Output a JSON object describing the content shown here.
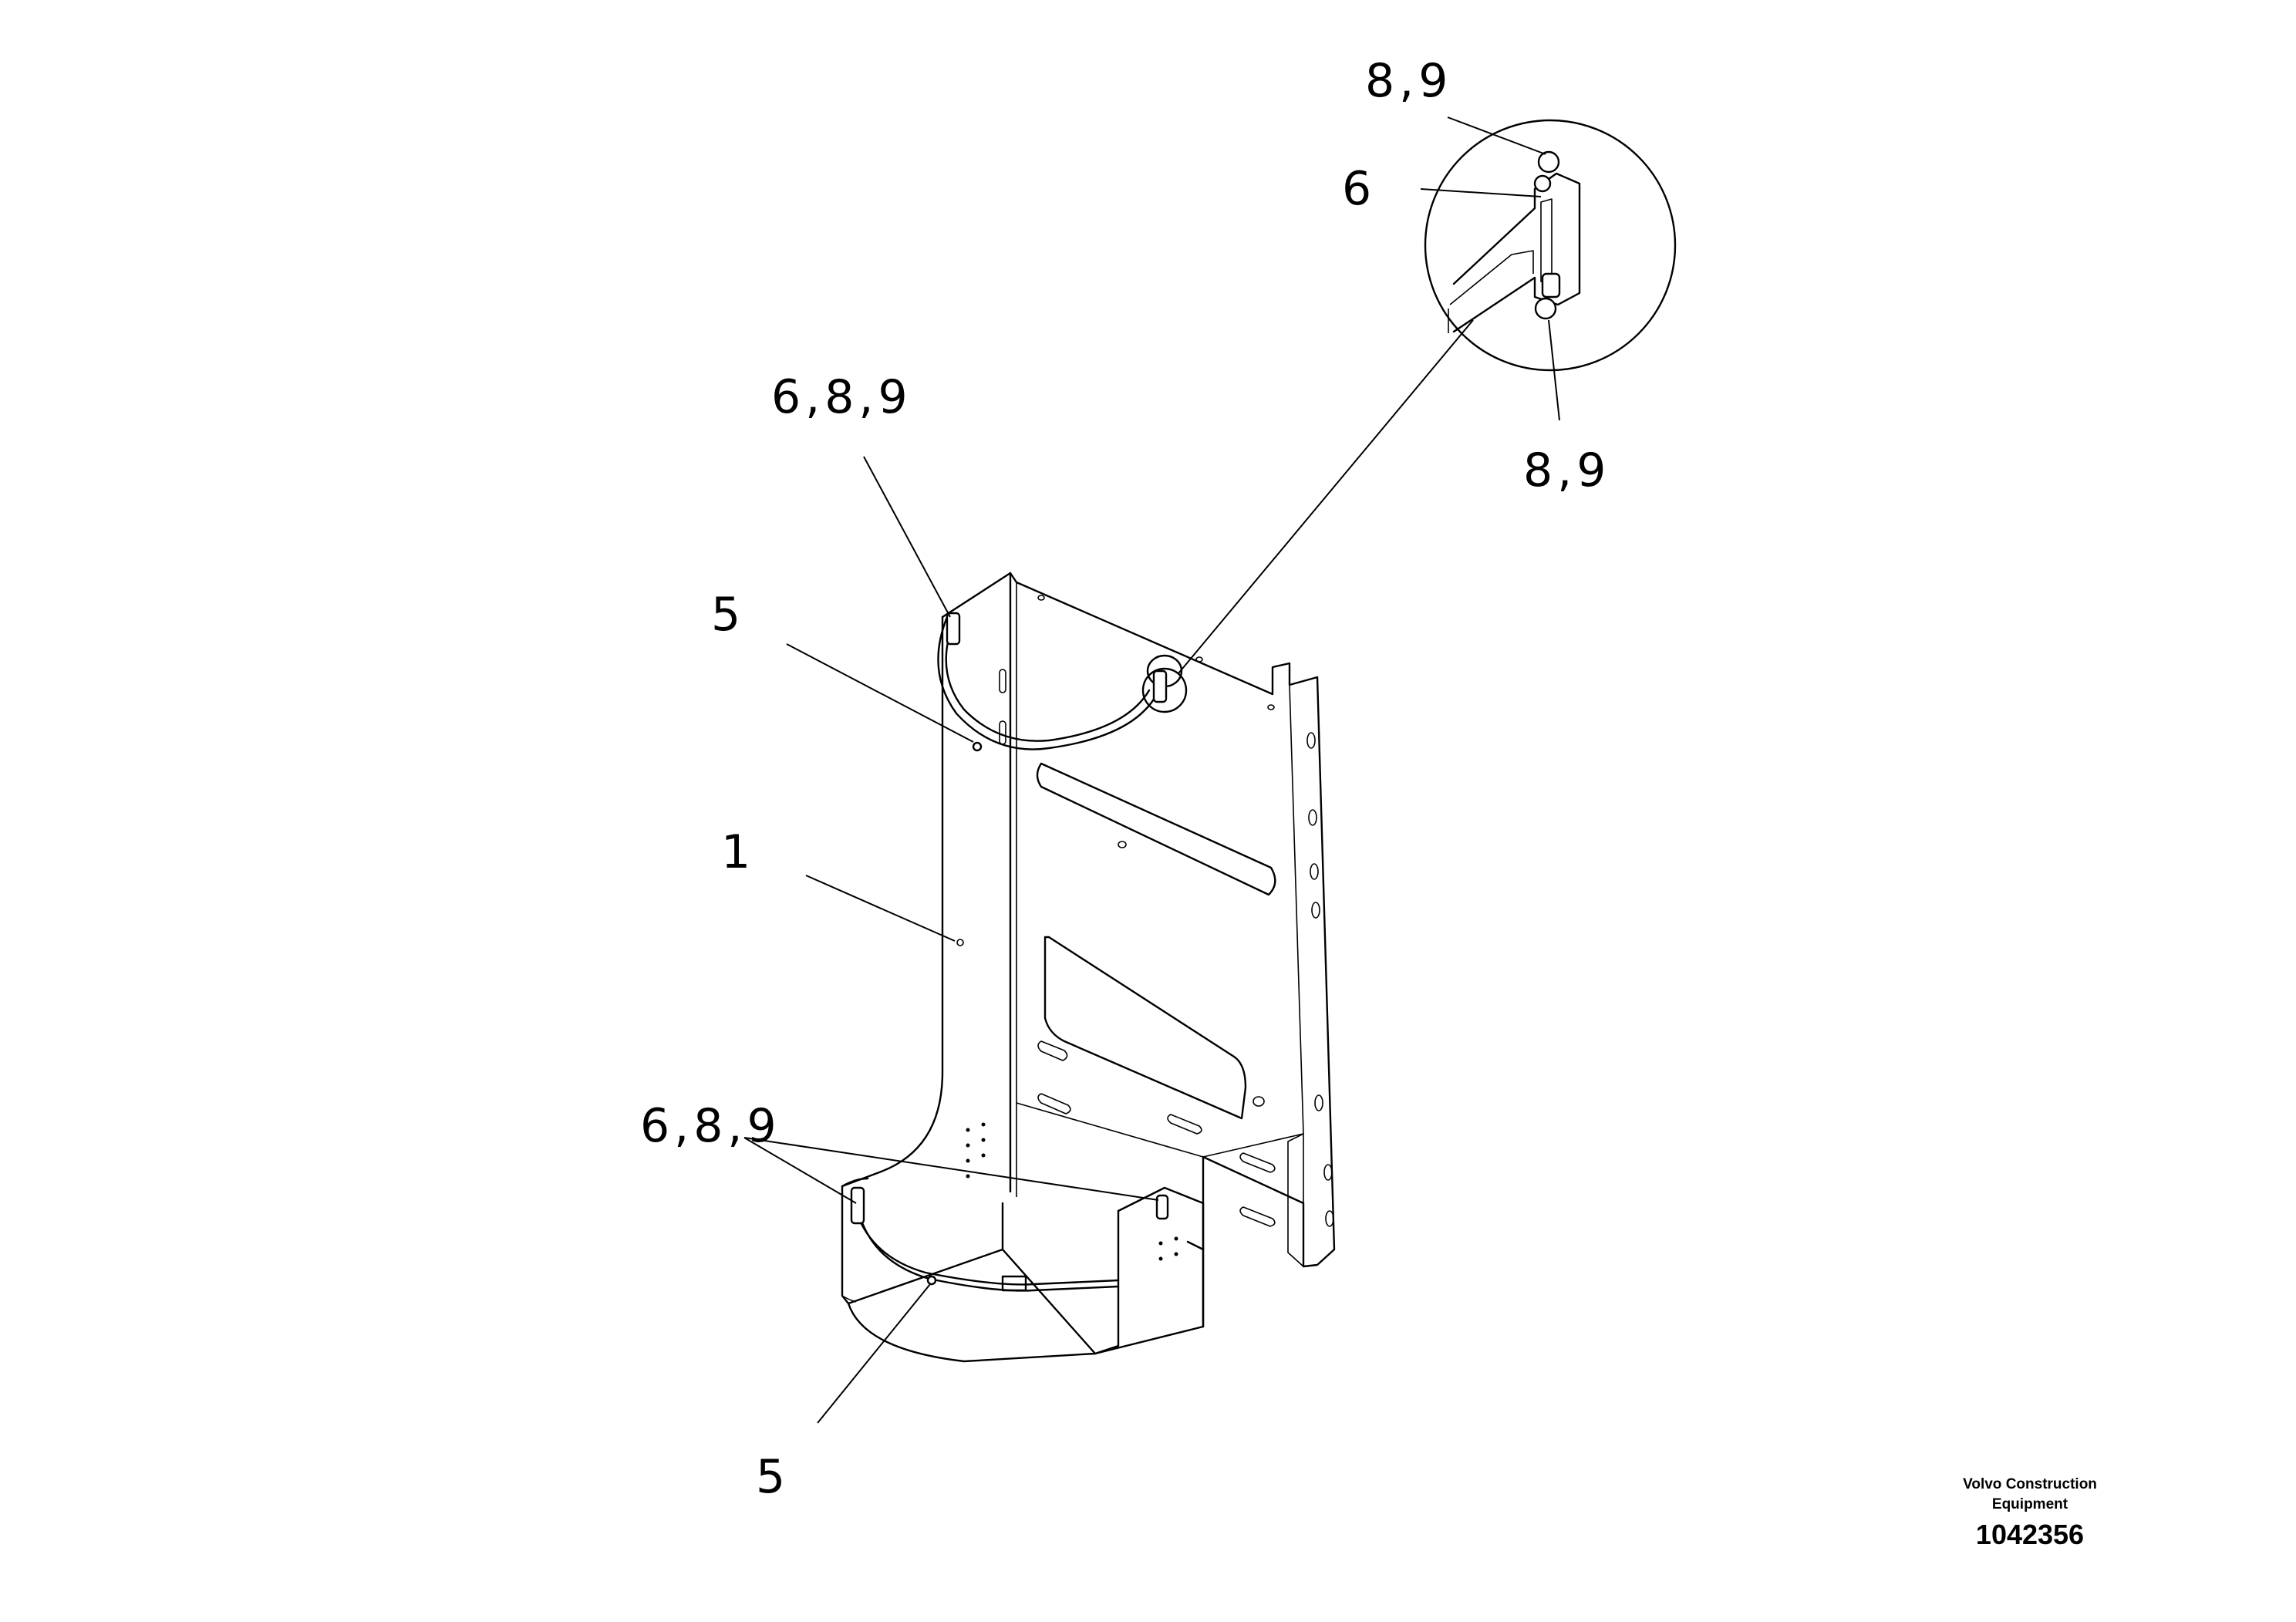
{
  "callouts": {
    "top_detail_89": "8,9",
    "top_detail_6": "6",
    "bottom_detail_89": "8,9",
    "upper_strap_689": "6,8,9",
    "upper_strap_5": "5",
    "bracket_1": "1",
    "lower_strap_689": "6,8,9",
    "lower_strap_5": "5"
  },
  "logo": {
    "company_line1": "Volvo Construction",
    "company_line2": "Equipment",
    "drawing_number": "1042356"
  },
  "colors": {
    "line": "#000000",
    "background": "#ffffff"
  }
}
